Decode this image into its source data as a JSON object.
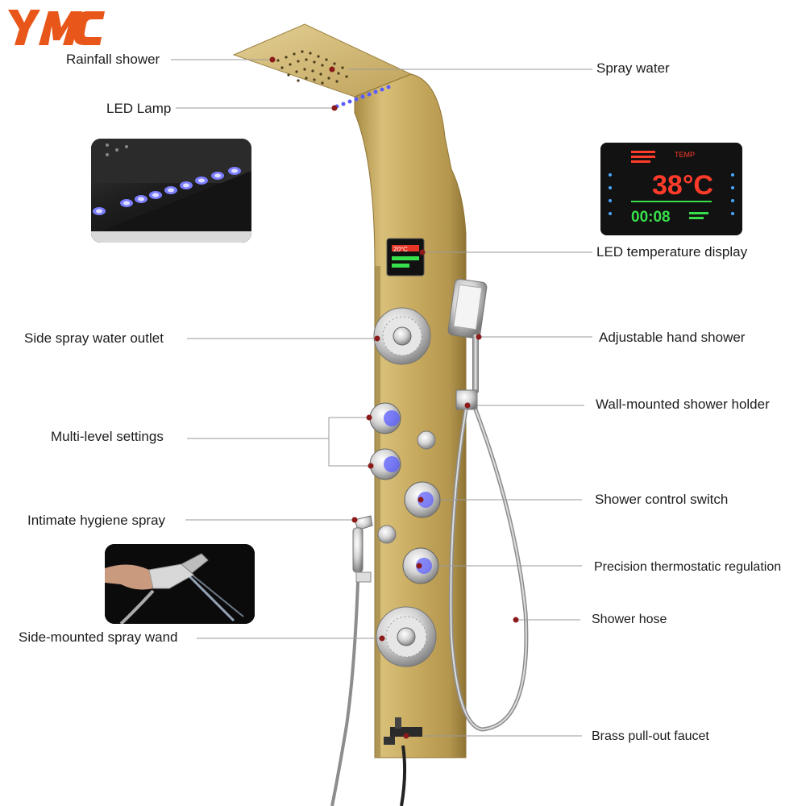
{
  "brand": {
    "logo_text": "YMC",
    "logo_color": "#e8561a"
  },
  "labels": {
    "rainfall_shower": "Rainfall shower",
    "led_lamp": "LED Lamp",
    "side_spray_water_outlet": "Side spray water outlet",
    "multi_level_settings": "Multi-level settings",
    "intimate_hygiene_spray": "Intimate hygiene spray",
    "side_mounted_spray_wand": "Side-mounted spray wand",
    "spray_water": "Spray water",
    "led_temperature_display": "LED temperature display",
    "adjustable_hand_shower": "Adjustable hand shower",
    "wall_mounted_shower_holder": "Wall-mounted shower holder",
    "shower_control_switch": "Shower control switch",
    "precision_thermostatic_regulation": "Precision thermostatic regulation",
    "shower_hose": "Shower hose",
    "brass_pull_out_faucet": "Brass pull-out faucet"
  },
  "display": {
    "temp_label": "TEMP",
    "temperature": "38°C",
    "time": "00:08",
    "small_temp": "20°C"
  },
  "colors": {
    "panel_gold": "#c9ad62",
    "leader_line": "#9a9a9a",
    "marker_dot": "#8b1a1a",
    "led_blue": "#5a5cff",
    "display_red": "#ff3b2a",
    "display_green": "#37e04a"
  }
}
